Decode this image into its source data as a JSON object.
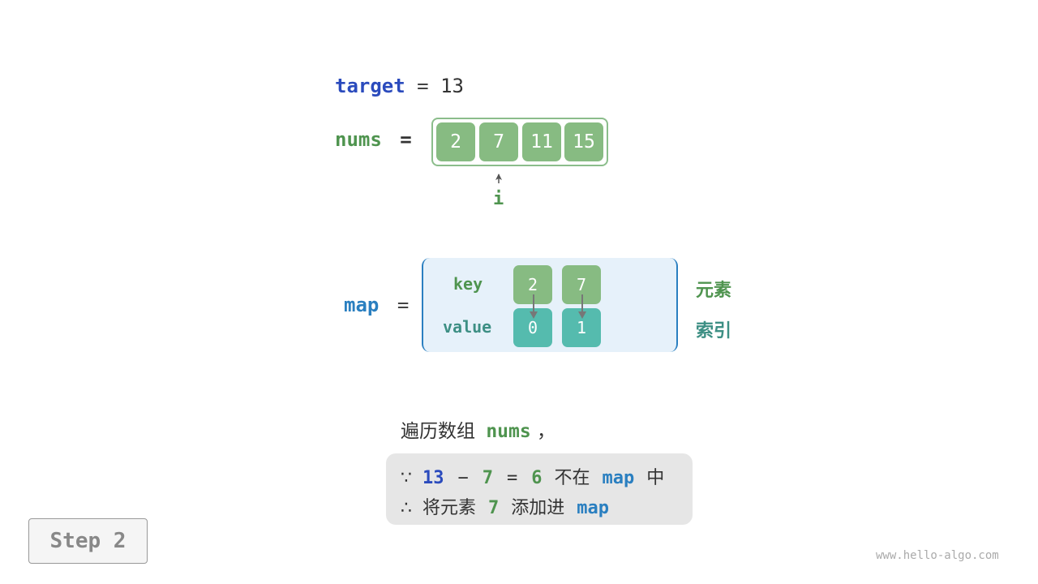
{
  "target": {
    "name": "target",
    "eq": "=",
    "value": "13"
  },
  "nums": {
    "name": "nums",
    "eq": "=",
    "values": [
      "2",
      "7",
      "11",
      "15"
    ],
    "pointer_label": "i",
    "pointer_index": 1
  },
  "map": {
    "name": "map",
    "eq": "=",
    "key_label": "key",
    "value_label": "value",
    "keys": [
      "2",
      "7"
    ],
    "values": [
      "0",
      "1"
    ],
    "key_side_label": "元素",
    "value_side_label": "索引"
  },
  "explanation": {
    "title_prefix": "遍历数组",
    "title_var": "nums",
    "title_suffix": "，",
    "line1": {
      "because": "∵",
      "a": "13",
      "minus": "−",
      "b": "7",
      "eq": "=",
      "c": "6",
      "text": "不在",
      "var": "map",
      "tail": "中"
    },
    "line2": {
      "therefore": "∴",
      "text1": "将元素",
      "num": "7",
      "text2": "添加进",
      "var": "map"
    }
  },
  "step_label": "Step 2",
  "site": "www.hello-algo.com",
  "colors": {
    "target_blue": "#2b4bbd",
    "nums_green": "#4f944f",
    "map_blue": "#2a7fc0",
    "cell_green": "#87bb82",
    "cell_teal": "#55bbae",
    "map_bg": "#e6f1fa"
  }
}
